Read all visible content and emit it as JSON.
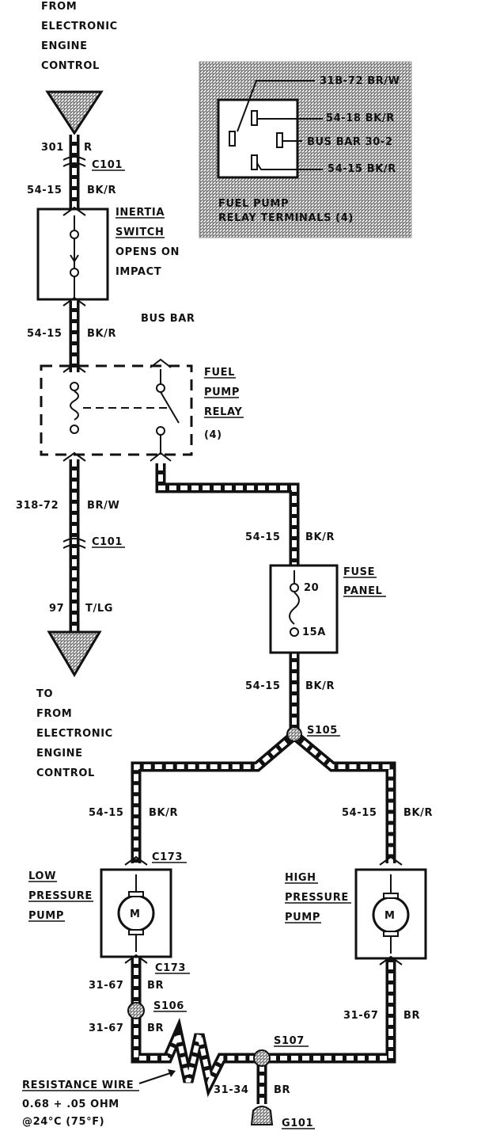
{
  "top_source": [
    "FROM",
    "ELECTRONIC",
    "ENGINE",
    "CONTROL"
  ],
  "inset": {
    "lines": [
      "31B-72 BR/W",
      "54-18 BK/R",
      "BUS BAR 30-2",
      "54-15 BK/R"
    ],
    "caption": [
      "FUEL PUMP",
      "RELAY TERMINALS (4)"
    ]
  },
  "wires": {
    "w301": {
      "circuit": "301",
      "color": "R"
    },
    "w5415a": {
      "circuit": "54-15",
      "color": "BK/R"
    },
    "w5415b": {
      "circuit": "54-15",
      "color": "BK/R"
    },
    "w318": {
      "circuit": "318-72",
      "color": "BR/W"
    },
    "w97": {
      "circuit": "97",
      "color": "T/LG"
    },
    "w5415c": {
      "circuit": "54-15",
      "color": "BK/R"
    },
    "w5415d": {
      "circuit": "54-15",
      "color": "BK/R"
    },
    "w5415e": {
      "circuit": "54-15",
      "color": "BK/R"
    },
    "w5415f": {
      "circuit": "54-15",
      "color": "BK/R"
    },
    "w3167a": {
      "circuit": "31-67",
      "color": "BR"
    },
    "w3167b": {
      "circuit": "31-67",
      "color": "BR"
    },
    "w3167c": {
      "circuit": "31-67",
      "color": "BR"
    },
    "w3134": {
      "circuit": "31-34",
      "color": "BR"
    }
  },
  "connectors": {
    "c101a": "C101",
    "c101b": "C101",
    "c173a": "C173",
    "c173b": "C173"
  },
  "inertia": [
    "INERTIA",
    "SWITCH",
    "OPENS ON",
    "IMPACT"
  ],
  "bus_bar": "BUS BAR",
  "relay": [
    "FUEL",
    "PUMP",
    "RELAY",
    "(4)"
  ],
  "bottom_target": [
    "TO",
    "FROM",
    "ELECTRONIC",
    "ENGINE",
    "CONTROL"
  ],
  "fuse_panel": {
    "label": [
      "FUSE",
      "PANEL"
    ],
    "fuse_number": "20",
    "rating": "15A"
  },
  "splices": {
    "s105": "S105",
    "s106": "S106",
    "s107": "S107"
  },
  "low_pump": [
    "LOW",
    "PRESSURE",
    "PUMP"
  ],
  "high_pump": [
    "HIGH",
    "PRESSURE",
    "PUMP"
  ],
  "motor_symbol": "M",
  "resistance": [
    "RESISTANCE WIRE",
    "0.68 + .05 OHM",
    "@24°C (75°F)"
  ],
  "ground": "G101"
}
